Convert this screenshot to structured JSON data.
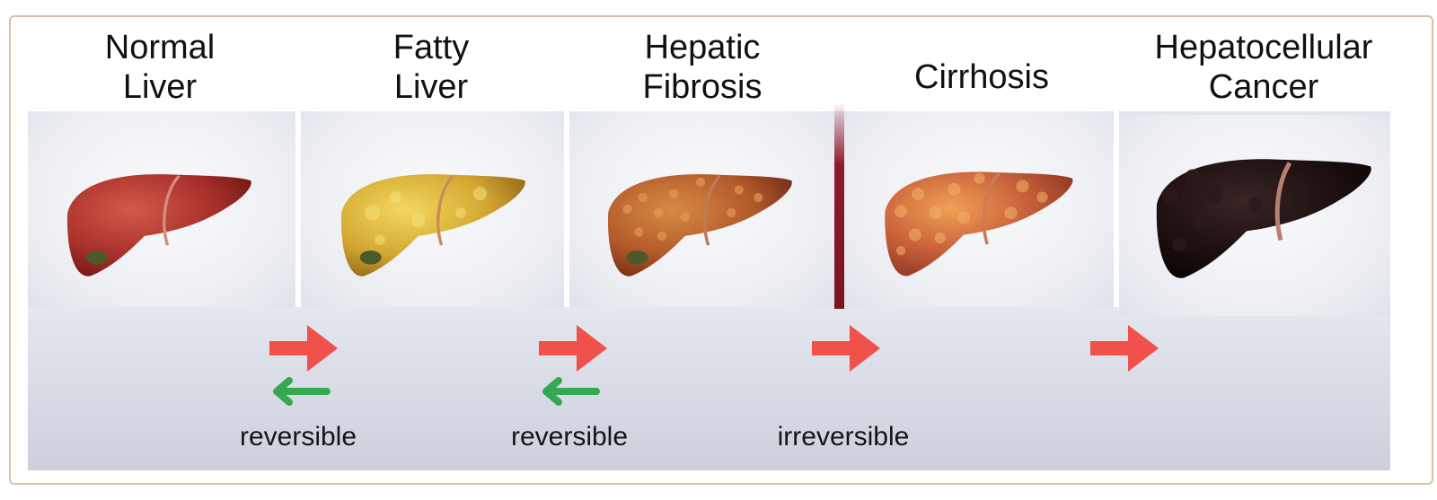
{
  "stages": [
    {
      "line1": "Normal",
      "line2": "Liver",
      "icon": "normal-liver"
    },
    {
      "line1": "Fatty",
      "line2": "Liver",
      "icon": "fatty-liver"
    },
    {
      "line1": "Hepatic",
      "line2": "Fibrosis",
      "icon": "fibrotic-liver"
    },
    {
      "line1": "Cirrhosis",
      "line2": "",
      "icon": "cirrhotic-liver"
    },
    {
      "line1": "Hepatocellular",
      "line2": "Cancer",
      "icon": "cancerous-liver"
    }
  ],
  "transitions": [
    {
      "label": "reversible",
      "forward_color": "#f0514a",
      "backward_color": "#34a853"
    },
    {
      "label": "reversible",
      "forward_color": "#f0514a",
      "backward_color": "#34a853"
    },
    {
      "label": "irreversible",
      "forward_color": "#f0514a"
    },
    {
      "label": "",
      "forward_color": "#f0514a"
    }
  ],
  "colors": {
    "frame_border": "#d6c3a6",
    "irreversible_marker": "#8e1b2c"
  }
}
